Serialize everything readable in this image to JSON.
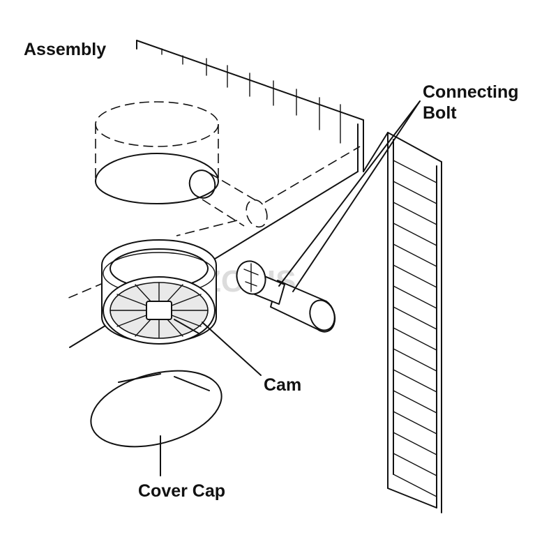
{
  "labels": {
    "assembly": "Assembly",
    "connecting_bolt_line1": "Connecting",
    "connecting_bolt_line2": "Bolt",
    "cam": "Cam",
    "cover_cap": "Cover Cap"
  },
  "watermark": "ZONIS",
  "colors": {
    "line": "#111111",
    "background": "#ffffff",
    "watermark": "#d9d9d9"
  }
}
